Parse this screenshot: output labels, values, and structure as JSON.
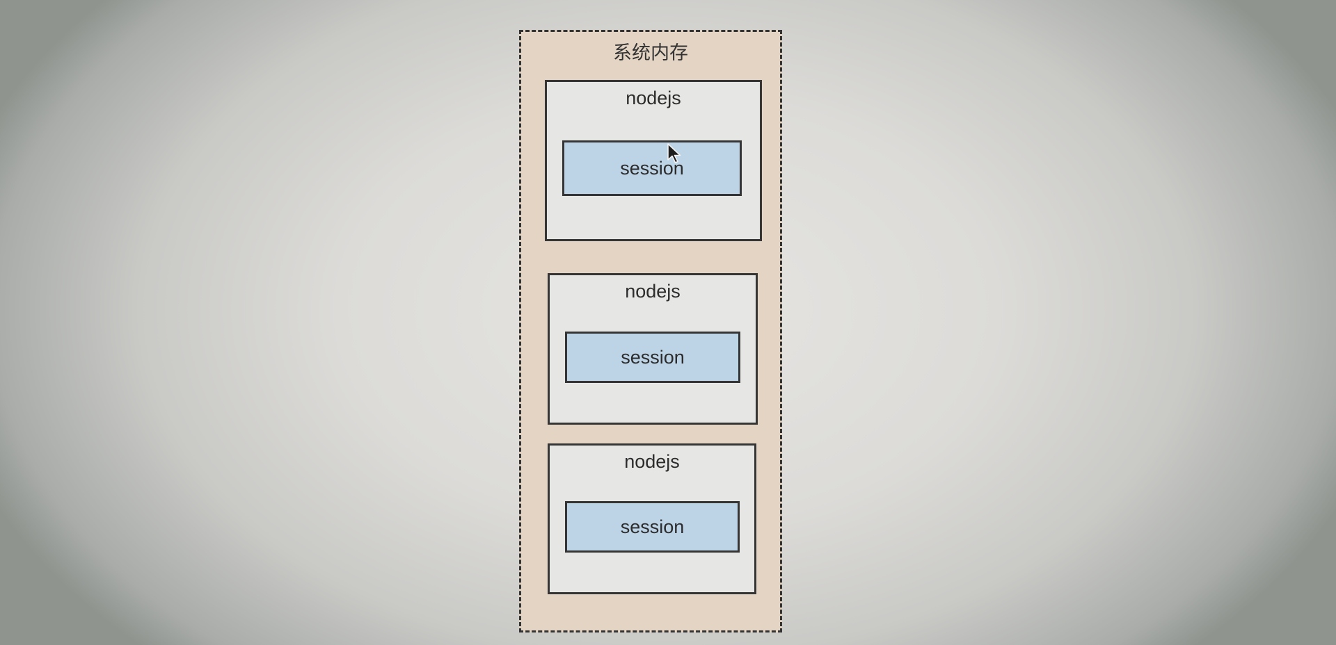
{
  "diagram": {
    "container": {
      "title": "系统内存",
      "fill": "#e4d4c3",
      "border_style": "dashed"
    },
    "nodes": [
      {
        "label": "nodejs",
        "child": {
          "label": "session",
          "fill": "#bdd3e6"
        }
      },
      {
        "label": "nodejs",
        "child": {
          "label": "session",
          "fill": "#bdd3e6"
        }
      },
      {
        "label": "nodejs",
        "child": {
          "label": "session",
          "fill": "#bdd3e6"
        }
      }
    ]
  },
  "cursor": {
    "icon": "mouse-pointer-icon"
  }
}
